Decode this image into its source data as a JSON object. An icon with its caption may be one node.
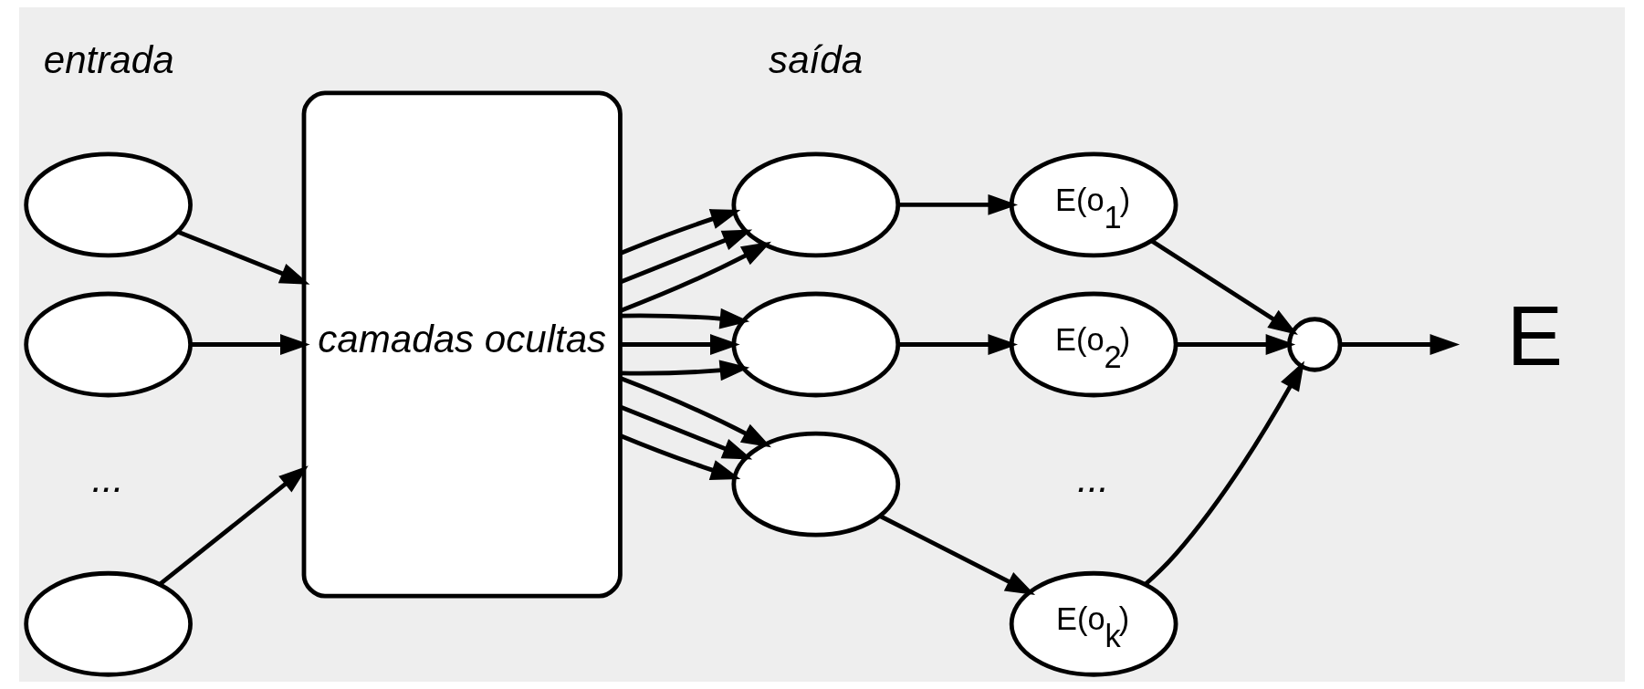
{
  "diagram": {
    "nodes": [
      {
        "text": [],
        "shape": "ellipse"
      },
      {
        "text": [],
        "shape": "ellipse"
      },
      {
        "text": [],
        "shape": "ellipse"
      },
      {
        "text": [
          "camadas ocultas"
        ]
      },
      {
        "text": [],
        "shape": "ellipse"
      },
      {
        "text": [],
        "shape": "ellipse"
      },
      {
        "text": [],
        "shape": "ellipse"
      },
      {
        "text": [
          "E(o$_{1}$)"
        ]
      },
      {
        "text": [
          "E(o$_{2}$)"
        ]
      },
      {
        "text": [
          "E(o$_{k}$)"
        ]
      },
      {
        "text": [],
        "shape": "circle"
      },
      {
        "text": [
          "E"
        ]
      }
    ],
    "edges": [
      {
        "from": 0,
        "to": 3,
        "arrow": "to"
      },
      {
        "from": 1,
        "to": 3,
        "arrow": "to"
      },
      {
        "from": 2,
        "to": 3,
        "arrow": "to"
      },
      {
        "from": 3,
        "to": 4,
        "arrow": "to"
      },
      {
        "from": 3,
        "to": 4,
        "arrow": "to"
      },
      {
        "from": 3,
        "to": 4,
        "arrow": "to"
      },
      {
        "from": 3,
        "to": 5,
        "arrow": "to"
      },
      {
        "from": 3,
        "to": 5,
        "arrow": "to"
      },
      {
        "from": 3,
        "to": 5,
        "arrow": "to"
      },
      {
        "from": 3,
        "to": 6,
        "arrow": "to"
      },
      {
        "from": 3,
        "to": 6,
        "arrow": "to"
      },
      {
        "from": 3,
        "to": 6,
        "arrow": "to"
      },
      {
        "from": 4,
        "to": 7,
        "arrow": "to"
      },
      {
        "from": 5,
        "to": 8,
        "arrow": "to"
      },
      {
        "from": 6,
        "to": 9,
        "arrow": "to"
      },
      {
        "from": 7,
        "to": 10,
        "arrow": "to"
      },
      {
        "from": 8,
        "to": 10,
        "arrow": "to"
      },
      {
        "from": 9,
        "to": 10,
        "arrow": "to"
      },
      {
        "from": 10,
        "to": 11,
        "arrow": "to"
      }
    ],
    "labels": [
      "entrada",
      "saída",
      "...",
      "..."
    ]
  }
}
